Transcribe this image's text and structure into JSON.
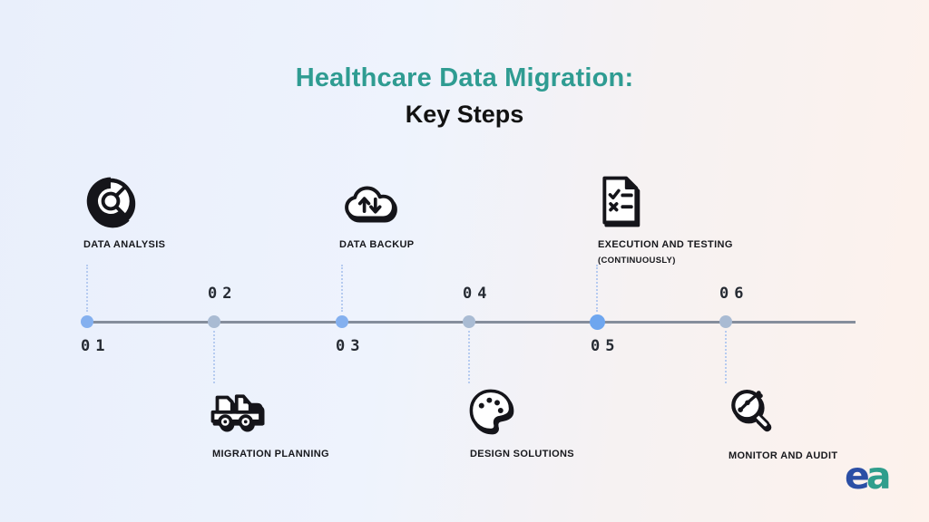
{
  "title": {
    "line1": "Healthcare Data Migration:",
    "line2": "Key Steps"
  },
  "steps": [
    {
      "number": "01",
      "label": "DATA ANALYSIS",
      "icon": "pie-analysis-icon",
      "side": "top"
    },
    {
      "number": "02",
      "label": "MIGRATION PLANNING",
      "icon": "delivery-truck-icon",
      "side": "bottom"
    },
    {
      "number": "03",
      "label": "DATA BACKUP",
      "icon": "cloud-transfer-icon",
      "side": "top"
    },
    {
      "number": "04",
      "label": "DESIGN SOLUTIONS",
      "icon": "palette-icon",
      "side": "bottom"
    },
    {
      "number": "05",
      "label": "EXECUTION AND TESTING",
      "sublabel": "(CONTINUOUSLY)",
      "icon": "checklist-doc-icon",
      "side": "top"
    },
    {
      "number": "06",
      "label": "MONITOR AND AUDIT",
      "icon": "magnifier-chart-icon",
      "side": "bottom"
    }
  ],
  "logo": {
    "left": "e",
    "right": "a"
  },
  "colors": {
    "title_accent": "#2f9c92",
    "title_dark": "#121212",
    "timeline_line": "#858e9c",
    "dot_blue": "#84b0ef",
    "dot_gray": "#a9bbd3",
    "dot_active": "#6ea6ef",
    "logo_blue": "#2b4fa5",
    "logo_teal": "#2f9e8c"
  }
}
